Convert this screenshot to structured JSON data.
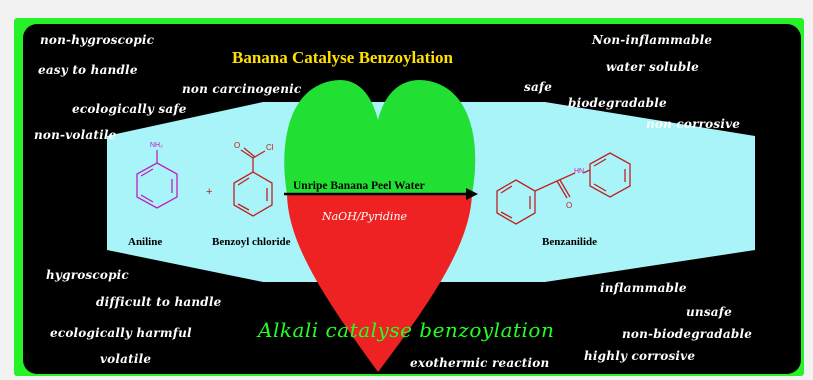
{
  "title": "Banana Catalyse Benzoylation",
  "subtitle": "Alkali catalyse benzoylation",
  "colors": {
    "frame": "#27f227",
    "board": "#000000",
    "band": "#a8f4f8",
    "heart_top": "#22e033",
    "heart_bottom": "#ee2222",
    "title": "#ffe000",
    "subtitle": "#22ff22"
  },
  "green_properties": {
    "left": [
      "non-hygroscopic",
      "easy to handle",
      "non carcinogenic",
      "ecologically safe",
      "non-volatile"
    ],
    "right": [
      "Non-inflammable",
      "water soluble",
      "safe",
      "biodegradable",
      "non corrosive"
    ]
  },
  "alkali_properties": {
    "left": [
      "hygroscopic",
      "difficult to handle",
      "ecologically harmful",
      "volatile"
    ],
    "right": [
      "inflammable",
      "unsafe",
      "non-biodegradable",
      "highly corrosive",
      "exothermic reaction"
    ]
  },
  "reaction": {
    "reactant1": "Aniline",
    "reactant1_group": "NH₂",
    "plus": "+",
    "reactant2": "Benzoyl chloride",
    "reactant2_group": "Cl",
    "reactant2_carbonyl": "O",
    "product": "Benzanilide",
    "product_nh": "HN",
    "product_carbonyl": "O",
    "condition_green": "Unripe Banana Peel Water",
    "condition_alkali": "NaOH/Pyridine"
  }
}
